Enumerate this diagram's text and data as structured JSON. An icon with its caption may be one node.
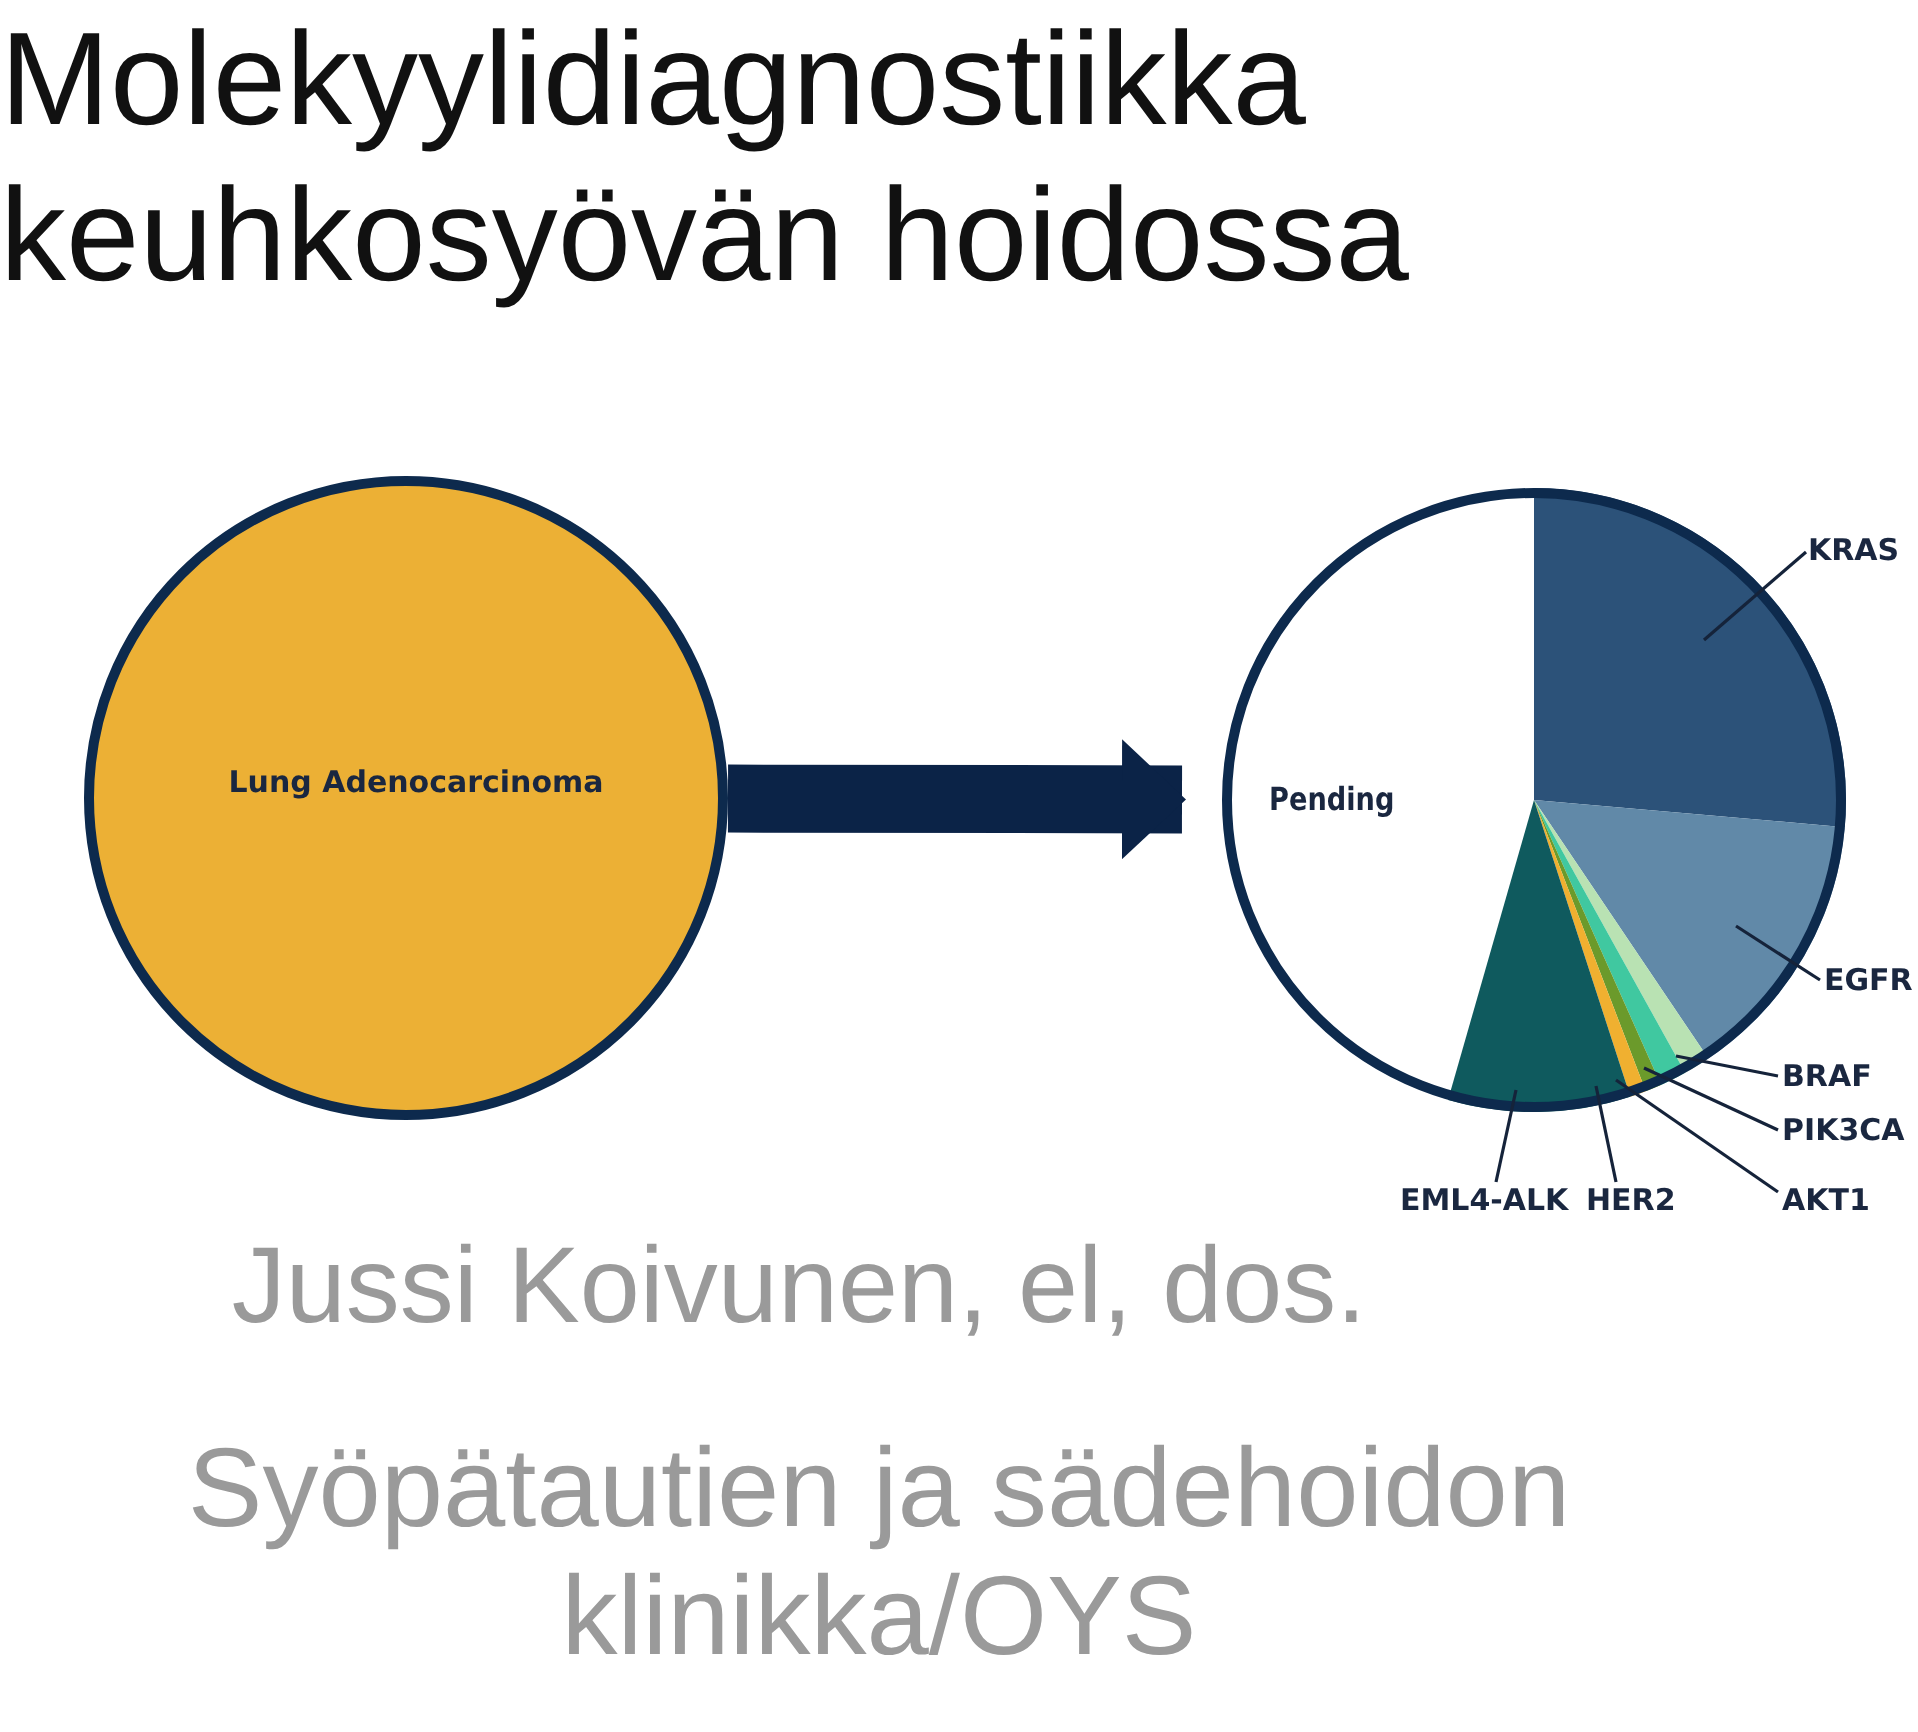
{
  "diagram": {
    "title": "Molekyylidiagnostiikka keuhkosyövän hoidossa",
    "nodes": [
      {
        "text": [
          "Lung Adenocarcinoma"
        ]
      },
      {
        "text": [
          "Pending"
        ]
      },
      {
        "text": [],
        "shape": "wedge",
        "in": 1
      },
      {
        "text": [],
        "shape": "wedge",
        "in": 1
      },
      {
        "text": [],
        "shape": "wedge",
        "in": 1
      },
      {
        "text": [],
        "shape": "wedge",
        "in": 1
      },
      {
        "text": [],
        "shape": "wedge",
        "in": 1
      },
      {
        "text": [],
        "shape": "wedge",
        "in": 1
      },
      {
        "text": [],
        "shape": "wedge",
        "in": 1
      },
      {
        "text": [
          "KRAS"
        ]
      },
      {
        "text": [
          "EGFR"
        ]
      },
      {
        "text": [
          "BRAF"
        ]
      },
      {
        "text": [
          "PIK3CA"
        ]
      },
      {
        "text": [
          "EML4-ALK"
        ]
      },
      {
        "text": [
          "HER2"
        ]
      },
      {
        "text": [
          "AKT1"
        ]
      }
    ],
    "edges": [
      {
        "from": 0,
        "to": 1,
        "arrow": "to",
        "style": "thick"
      },
      {
        "from": 9,
        "to": 2,
        "arrow": "none"
      },
      {
        "from": 10,
        "to": 3,
        "arrow": "none"
      },
      {
        "from": 11,
        "to": 4,
        "arrow": "none"
      },
      {
        "from": 12,
        "to": 5,
        "arrow": "none"
      },
      {
        "from": 13,
        "to": 8,
        "arrow": "none"
      },
      {
        "from": 14,
        "to": 7,
        "arrow": "none"
      },
      {
        "from": 15,
        "to": 6,
        "arrow": "none"
      }
    ],
    "labels": [
      "Jussi Koivunen, el, dos.",
      "Syöpätautien ja sädehoidon klinikka/OYS"
    ]
  }
}
